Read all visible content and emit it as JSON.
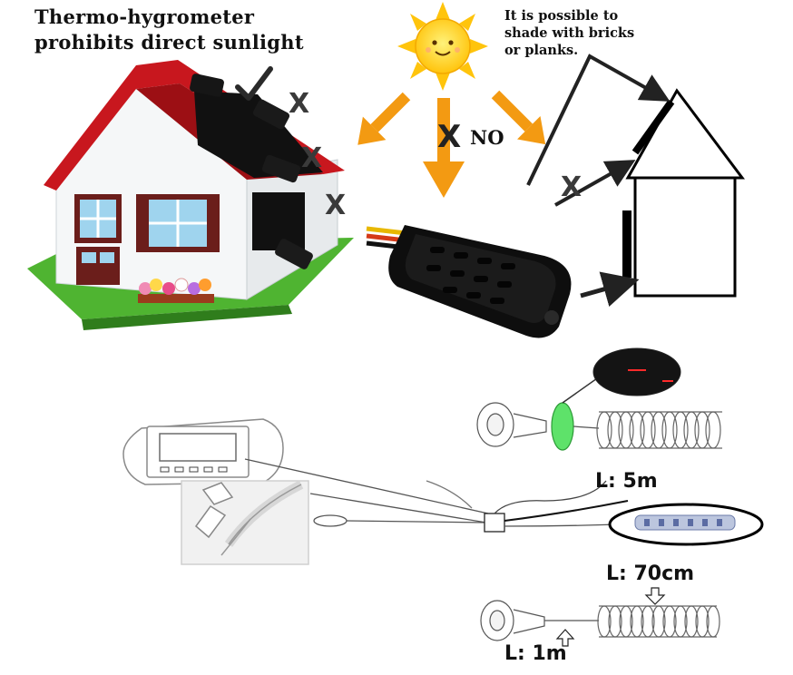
{
  "top": {
    "title_line1": "Thermo-hygrometer",
    "title_line2": "prohibits direct sunlight",
    "note_line1": "It is possible to",
    "note_line2": "shade with bricks",
    "note_line3": "or planks.",
    "no_label": "NO",
    "x_mark": "X"
  },
  "bottom": {
    "length_5m": "L: 5m",
    "length_70cm": "L: 70cm",
    "length_1m": "L: 1m"
  },
  "colors": {
    "arrow_orange": "#f39a12",
    "sun_yellow": "#ffd21f",
    "roof_red": "#c8171e",
    "grass_green": "#4fb431",
    "sensor_black": "#111111"
  }
}
